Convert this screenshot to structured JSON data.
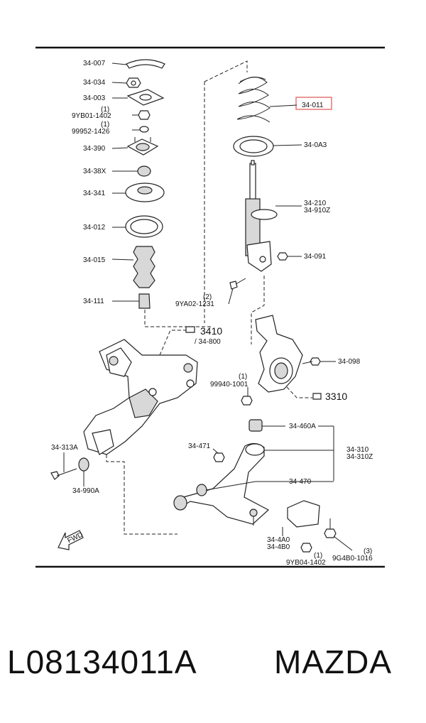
{
  "labels": {
    "p34_007": "34-007",
    "p34_034": "34-034",
    "p34_003": "34-003",
    "qty1a": "(1)",
    "p9yb01": "9YB01-1402",
    "qty1b": "(1)",
    "p99952": "99952-1426",
    "p34_390": "34-390",
    "p34_38x": "34-38X",
    "p34_341": "34-341",
    "p34_012": "34-012",
    "p34_015": "34-015",
    "p34_111": "34-111",
    "p34_011": "34-011",
    "p34_0a3": "34-0A3",
    "p34_210": "34-210",
    "p34_910z": "34-910Z",
    "p34_091": "34-091",
    "qty2": "(2)",
    "p9ya02": "9YA02-1231",
    "ref3410": "3410",
    "ref34_800": "/ 34-800",
    "p34_098": "34-098",
    "qty1c": "(1)",
    "p99940": "99940-1001",
    "ref3310": "3310",
    "p34_460a": "34-460A",
    "p34_313a": "34-313A",
    "p34_471": "34-471",
    "p34_310": "34-310",
    "p34_310z": "34-310Z",
    "p34_470": "34-470",
    "p34_990a": "34-990A",
    "p34_4a0": "34-4A0",
    "p34_4b0": "34-4B0",
    "qty1d": "(1)",
    "p9yb04": "9YB04-1402",
    "qty3": "(3)",
    "p9g4b0": "9G4B0-1016",
    "fwd": "FWD"
  },
  "footer": {
    "part_number": "L08134011A",
    "brand": "MAZDA"
  },
  "colors": {
    "highlight": "#e05555",
    "ink": "#222222"
  }
}
